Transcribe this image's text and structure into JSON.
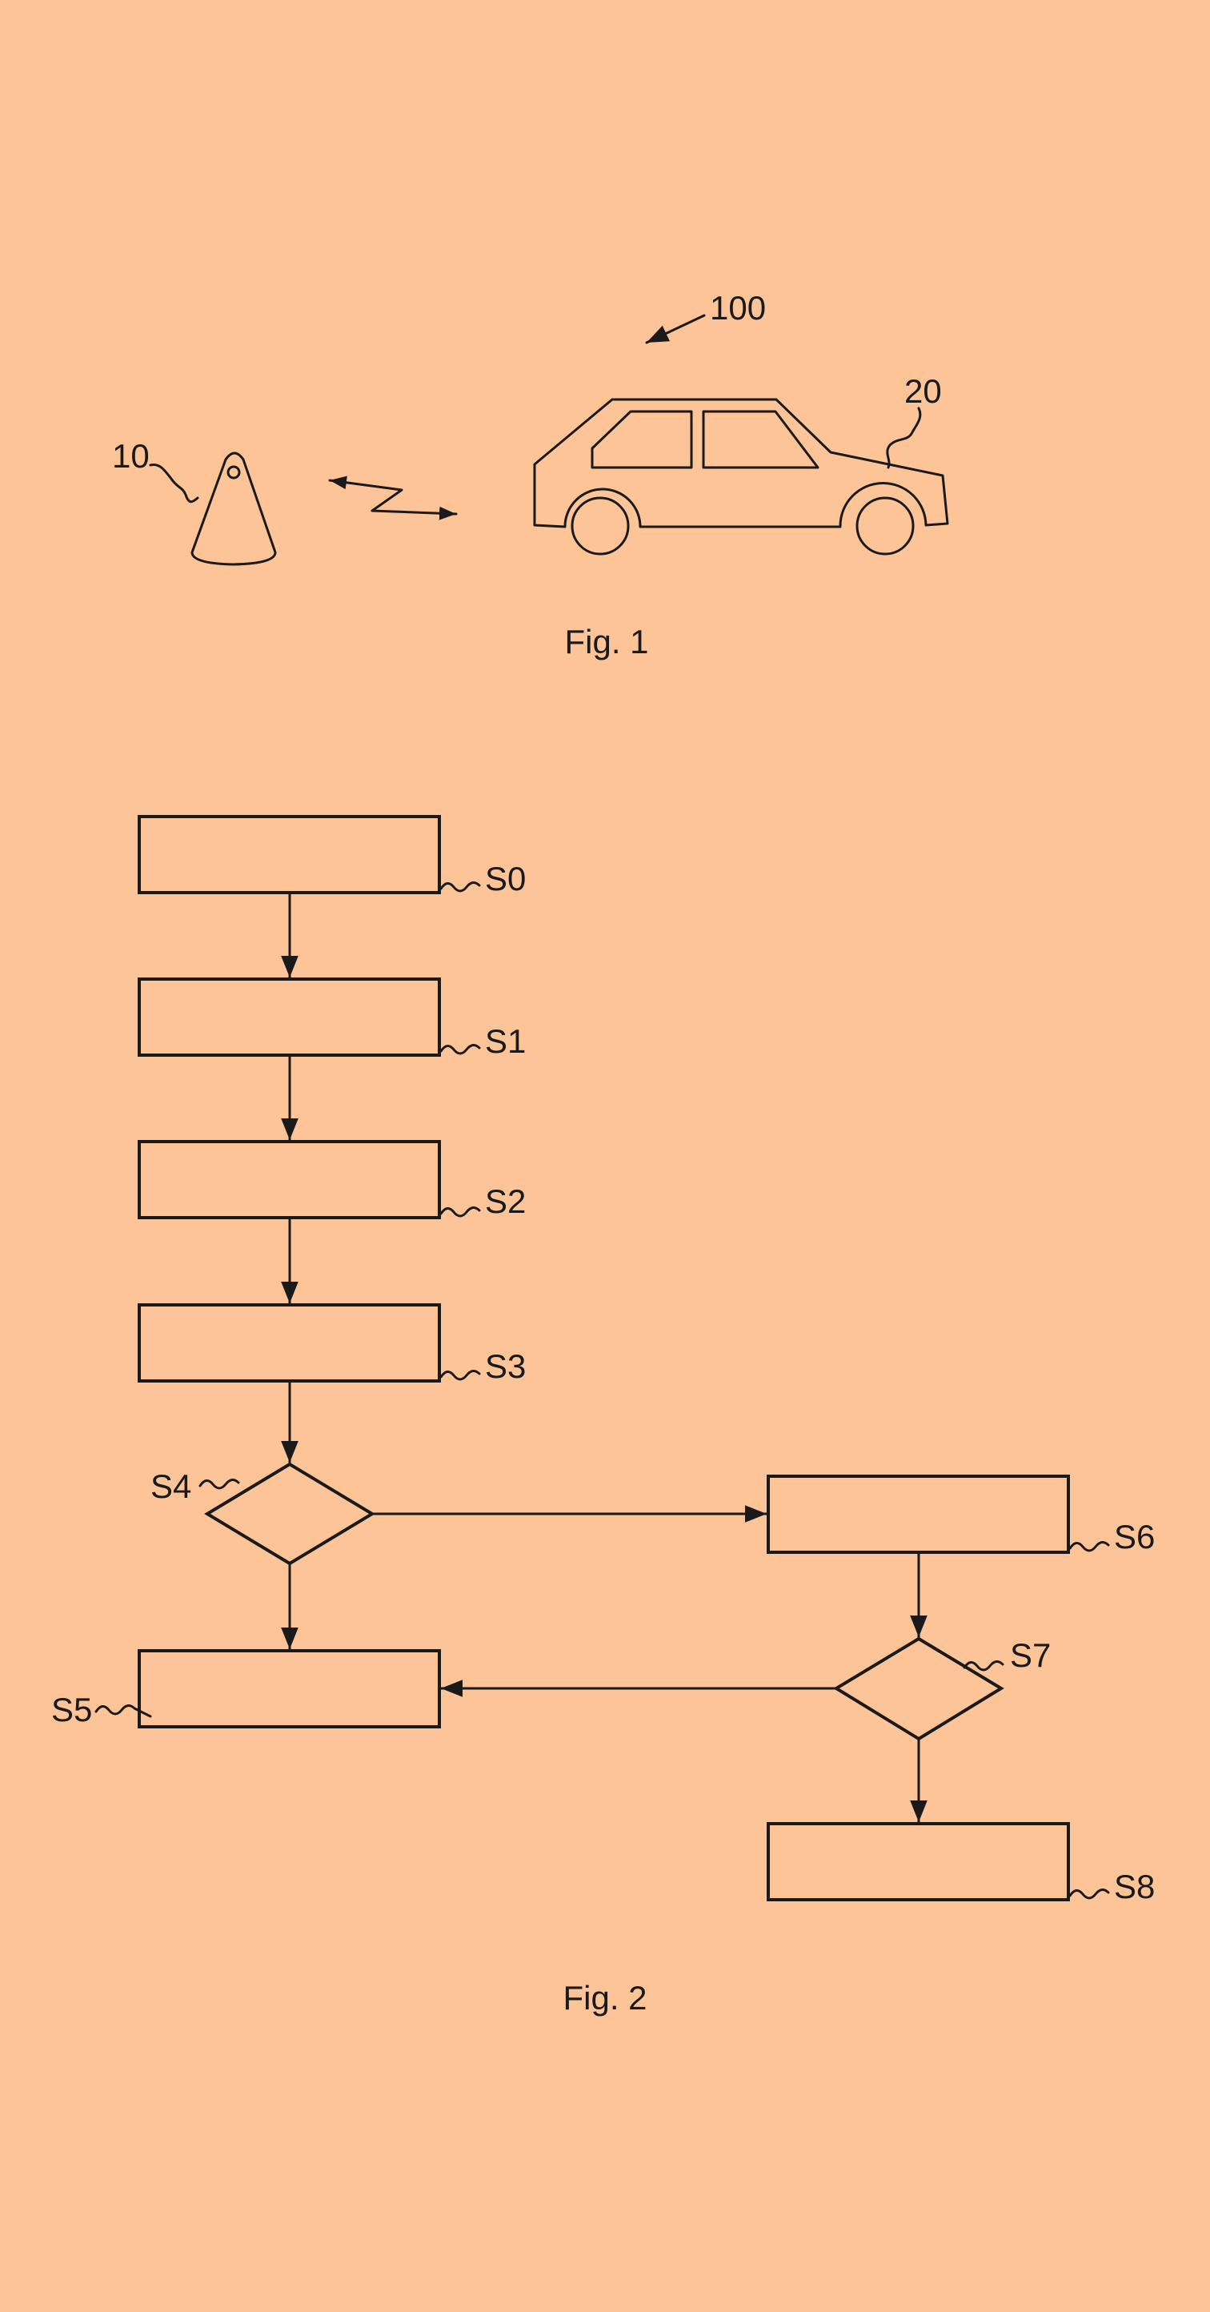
{
  "fig1": {
    "caption": "Fig. 1",
    "ref_system": "100",
    "ref_key": "10",
    "ref_vehicle": "20"
  },
  "fig2": {
    "caption": "Fig. 2",
    "steps": {
      "s0": "S0",
      "s1": "S1",
      "s2": "S2",
      "s3": "S3",
      "s4": "S4",
      "s5": "S5",
      "s6": "S6",
      "s7": "S7",
      "s8": "S8"
    }
  },
  "colors": {
    "background": "#fdc498",
    "ink": "#1a1a1a"
  }
}
